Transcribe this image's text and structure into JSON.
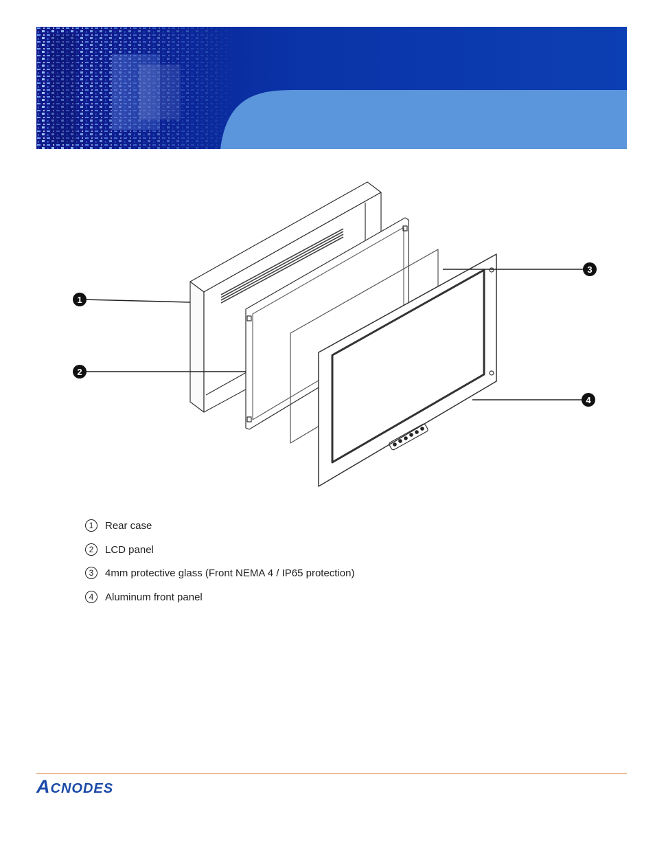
{
  "legend": {
    "items": [
      {
        "num": "1",
        "label": "Rear case"
      },
      {
        "num": "2",
        "label": "LCD panel"
      },
      {
        "num": "3",
        "label": "4mm protective glass (Front NEMA 4 / IP65 protection)"
      },
      {
        "num": "4",
        "label": "Aluminum front panel"
      }
    ]
  },
  "diagram": {
    "callouts": [
      "1",
      "2",
      "3",
      "4"
    ]
  },
  "footer": {
    "logo_first": "A",
    "logo_rest": "CNODES"
  },
  "colors": {
    "banner_dark": "#0a3aa8",
    "banner_light": "#5b95dc",
    "footer_rule": "#e07a3a",
    "logo": "#1c4aa8"
  }
}
